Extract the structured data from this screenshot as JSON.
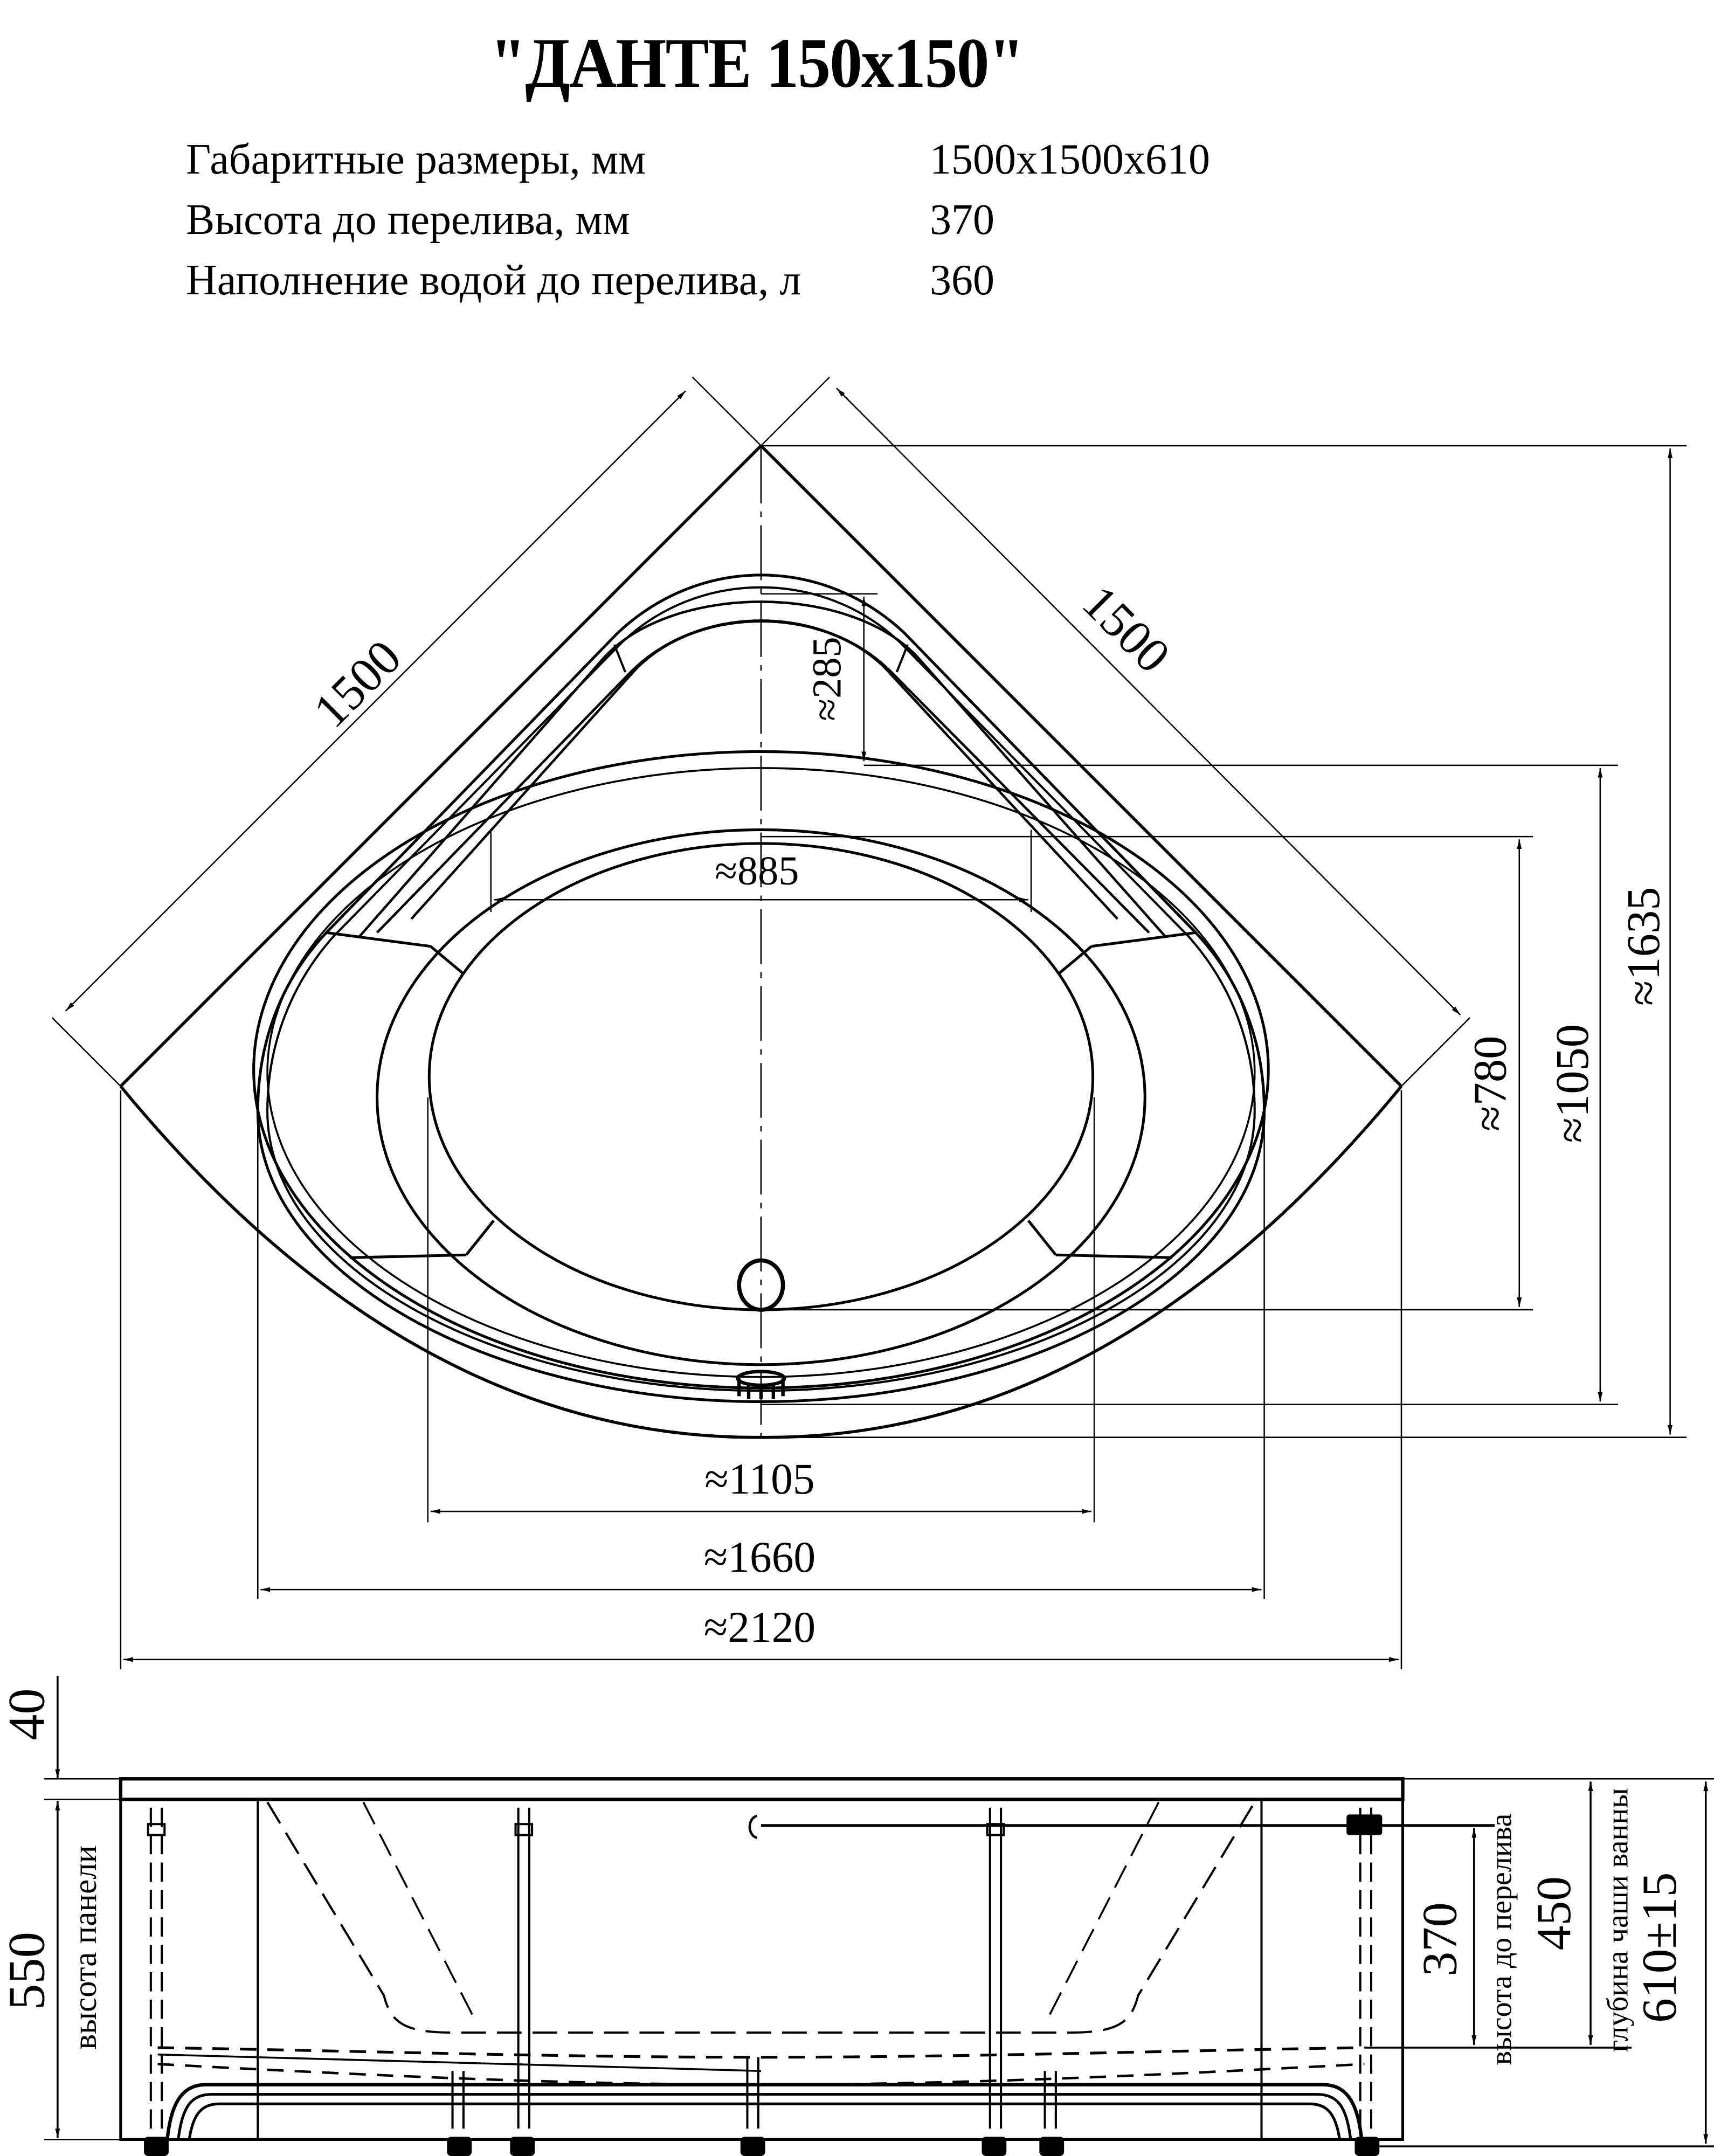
{
  "title": "\"ДАНТЕ 150x150\"",
  "specs": [
    {
      "label": "Габаритные размеры, мм",
      "value": "1500x1500x610"
    },
    {
      "label": "Высота до перелива, мм",
      "value": "370"
    },
    {
      "label": "Наполнение водой до перелива, л",
      "value": "360"
    }
  ],
  "top_view": {
    "side_left": "1500",
    "side_right": "1500",
    "dim_285": "≈285",
    "dim_885": "≈885",
    "dim_780": "≈780",
    "dim_1050": "≈1050",
    "dim_1635": "≈1635",
    "dim_1105": "≈1105",
    "dim_1660": "≈1660",
    "dim_2120": "≈2120"
  },
  "side_view": {
    "dim_40": "40",
    "dim_550": "550",
    "panel_height_label": "высота панели",
    "dim_370": "370",
    "overflow_height_label": "высота до перелива",
    "dim_450": "450",
    "bowl_depth_label": "глубина чаши ванны",
    "dim_610": "610±15"
  },
  "colors": {
    "line": "#000000",
    "background": "#ffffff"
  }
}
